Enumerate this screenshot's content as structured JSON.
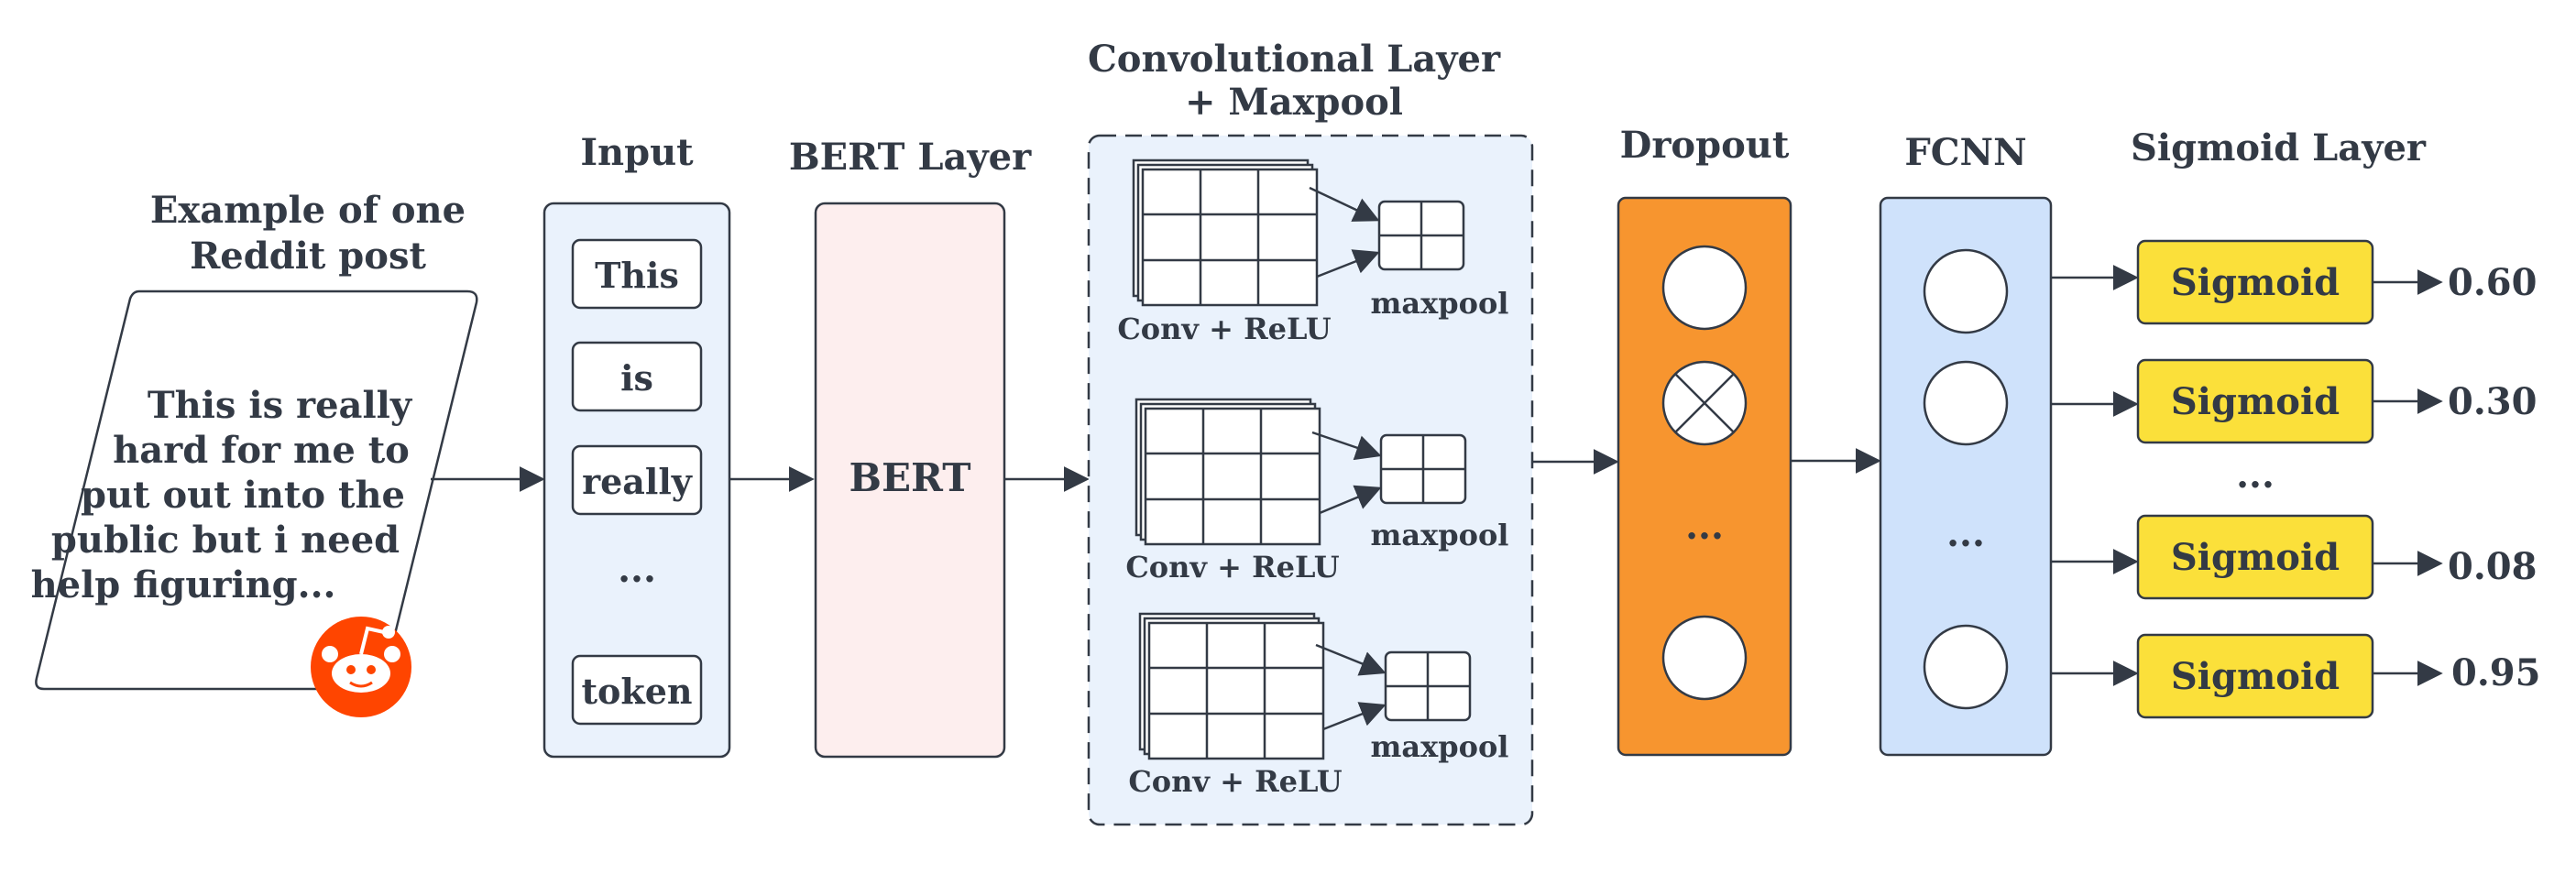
{
  "post": {
    "title_lines": [
      "Example of one",
      "Reddit post"
    ],
    "text_lines": [
      "This is really",
      "hard for me to",
      "put out into the",
      "public but i need",
      "help figuring..."
    ],
    "logo_icon": "reddit-alien-icon",
    "logo_color": "#ff4500"
  },
  "input": {
    "title": "Input",
    "tokens": [
      "This",
      "is",
      "really",
      "token"
    ],
    "ellipsis": "..."
  },
  "bert": {
    "title": "BERT Layer",
    "label": "BERT"
  },
  "conv": {
    "title_lines": [
      "Convolutional Layer",
      "+ Maxpool"
    ],
    "blocks": [
      {
        "label": "Conv + ReLU",
        "pool_label": "maxpool"
      },
      {
        "label": "Conv + ReLU",
        "pool_label": "maxpool"
      },
      {
        "label": "Conv + ReLU",
        "pool_label": "maxpool"
      }
    ]
  },
  "dropout": {
    "title": "Dropout",
    "ellipsis": "..."
  },
  "fcnn": {
    "title": "FCNN",
    "ellipsis": "..."
  },
  "sigmoid": {
    "title": "Sigmoid Layer",
    "ellipsis": "...",
    "nodes": [
      {
        "label": "Sigmoid",
        "output": "0.60"
      },
      {
        "label": "Sigmoid",
        "output": "0.30"
      },
      {
        "label": "Sigmoid",
        "output": "0.08"
      },
      {
        "label": "Sigmoid",
        "output": "0.95"
      }
    ]
  },
  "colors": {
    "ink": "#333a45",
    "input_fill": "#eaf2fc",
    "bert_fill": "#fdeeee",
    "conv_fill": "#eaf2fc",
    "dropout_fill": "#f7952f",
    "fcnn_fill": "#cfe2fb",
    "sigmoid_fill": "#fbe03a"
  }
}
